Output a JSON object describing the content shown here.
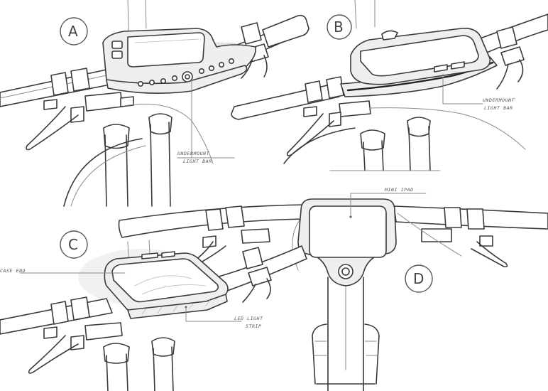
{
  "sheet": {
    "description": "Pencil sketch of four bicycle handlebar-mounted display concepts",
    "background": "#ffffff",
    "ink_color": "#3a3a3a"
  },
  "concepts": [
    {
      "id": "A",
      "label": "A",
      "annotation": {
        "line1": "UNDERMOUNT",
        "line2": "LIGHT BAR"
      }
    },
    {
      "id": "B",
      "label": "B",
      "annotation": {
        "line1": "UNDERMOUNT",
        "line2": "LIGHT BAR"
      }
    },
    {
      "id": "C",
      "label": "C",
      "annotation_left": {
        "line1": "CASE END"
      },
      "annotation": {
        "line1": "LED LIGHT",
        "line2": "STRIP"
      }
    },
    {
      "id": "D",
      "label": "D",
      "annotation": {
        "line1": "MINI IPAD"
      }
    }
  ]
}
